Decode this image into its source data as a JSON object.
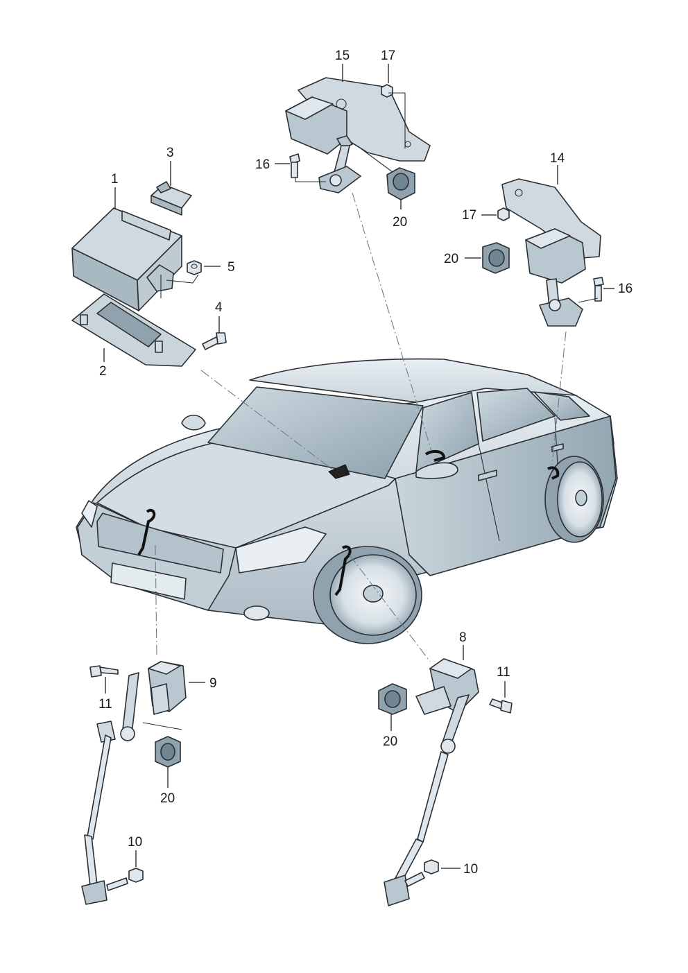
{
  "callouts": {
    "c1": "1",
    "c2": "2",
    "c3": "3",
    "c4": "4",
    "c5": "5",
    "c8": "8",
    "c9": "9",
    "c10_left": "10",
    "c10_right": "10",
    "c11_left": "11",
    "c11_right": "11",
    "c14": "14",
    "c15": "15",
    "c16_top": "16",
    "c16_right": "16",
    "c17_top": "17",
    "c17_right": "17",
    "c20_top": "20",
    "c20_right": "20",
    "c20_left": "20",
    "c20_front": "20"
  },
  "colors": {
    "part_light": "#dfe7ec",
    "part_mid": "#b9c7d0",
    "part_dark": "#8fa2ad",
    "outline": "#2a2f33",
    "dash_line": "#6b7f8c"
  }
}
